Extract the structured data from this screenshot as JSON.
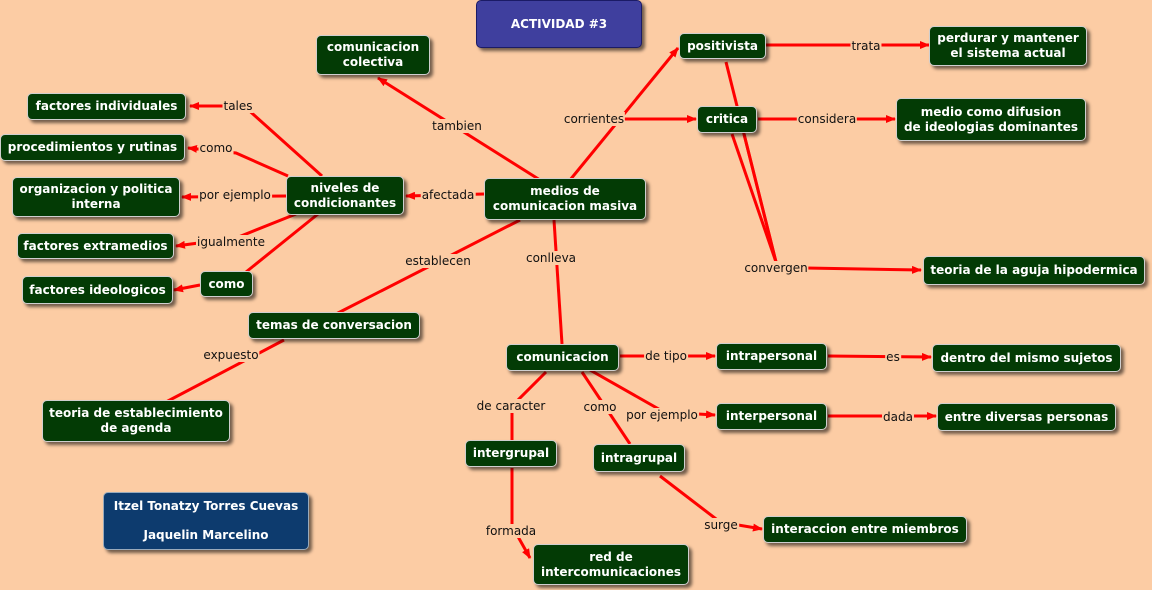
{
  "colors": {
    "background": "#fccca4",
    "node": "#033b05",
    "title_node": "#3f3f9e",
    "credit_node": "#0d3b6e",
    "edge": "#ff0000"
  },
  "title": "ACTIVIDAD #3",
  "credits": {
    "line1": "Itzel Tonatzy Torres Cuevas",
    "line2": "Jaquelin Marcelino"
  },
  "nodes": {
    "medios": "medios de\ncomunicacion masiva",
    "com_colectiva": "comunicacion\ncolectiva",
    "positivista": "positivista",
    "critica": "critica",
    "perdurar": "perdurar y mantener\nel sistema actual",
    "medio_difusion": "medio como difusion\nde ideologias dominantes",
    "aguja": "teoria de la aguja hipodermica",
    "niveles": "niveles de\ncondicionantes",
    "f_individuales": "factores individuales",
    "procedimientos": "procedimientos y rutinas",
    "organizacion": "organizacion y politica\ninterna",
    "f_extramedios": "factores extramedios",
    "como_node": "como",
    "f_ideologicos": "factores ideologicos",
    "temas": "temas de conversacion",
    "agenda": "teoria de establecimiento\nde agenda",
    "comunicacion": "comunicacion",
    "intrapersonal": "intrapersonal",
    "mismo": "dentro del mismo sujetos",
    "interpersonal": "interpersonal",
    "diversas": "entre diversas personas",
    "intergrupal": "intergrupal",
    "intragrupal": "intragrupal",
    "interaccion": "interaccion entre miembros",
    "red": "red de\nintercomunicaciones"
  },
  "labels": {
    "tambien": "tambien",
    "corrientes": "corrientes",
    "trata": "trata",
    "considera": "considera",
    "convergen": "convergen",
    "afectada": "afectada",
    "tales": "tales",
    "como1": "como",
    "por_ejemplo1": "por ejemplo",
    "igualmente": "igualmente",
    "establecen": "establecen",
    "expuesto": "expuesto",
    "conlleva": "conlleva",
    "de_tipo": "de tipo",
    "es": "es",
    "por_ejemplo2": "por ejemplo",
    "dada": "dada",
    "de_caracter": "de caracter",
    "como2": "como",
    "surge": "surge",
    "formada": "formada"
  }
}
